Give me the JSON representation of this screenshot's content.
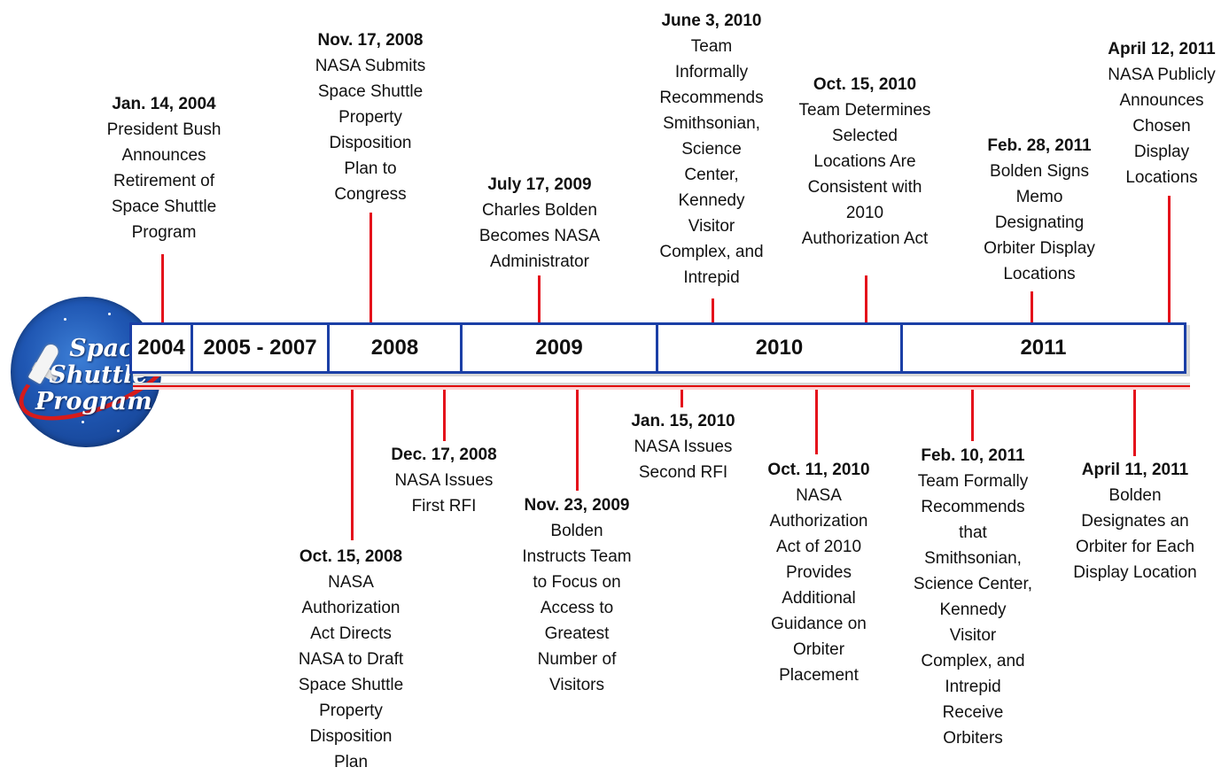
{
  "logo": {
    "lines": [
      "Space",
      "Shuttle",
      "Program"
    ]
  },
  "timeline": {
    "segments": [
      "2004",
      "2005 - 2007",
      "2008",
      "2009",
      "2010",
      "2011"
    ]
  },
  "events_above": [
    {
      "date": "Jan. 14, 2004",
      "desc": "President Bush\nAnnounces\nRetirement of\nSpace Shuttle\nProgram"
    },
    {
      "date": "Nov. 17, 2008",
      "desc": "NASA Submits\nSpace Shuttle\nProperty\nDisposition\nPlan to\nCongress"
    },
    {
      "date": "July 17, 2009",
      "desc": "Charles Bolden\nBecomes NASA\nAdministrator"
    },
    {
      "date": "June 3, 2010",
      "desc": "Team\nInformally\nRecommends\nSmithsonian,\nScience\nCenter,\nKennedy\nVisitor\nComplex, and\nIntrepid"
    },
    {
      "date": "Oct. 15, 2010",
      "desc": "Team Determines\nSelected\nLocations Are\nConsistent with\n2010\nAuthorization Act"
    },
    {
      "date": "Feb. 28, 2011",
      "desc": "Bolden Signs\nMemo\nDesignating\nOrbiter Display\nLocations"
    },
    {
      "date": "April 12, 2011",
      "desc": "NASA Publicly\nAnnounces\nChosen\nDisplay\nLocations"
    }
  ],
  "events_below": [
    {
      "date": "Oct. 15, 2008",
      "desc": "NASA\nAuthorization\nAct Directs\nNASA to Draft\nSpace Shuttle\nProperty\nDisposition\nPlan"
    },
    {
      "date": "Dec. 17, 2008",
      "desc": "NASA Issues\nFirst RFI"
    },
    {
      "date": "Nov. 23, 2009",
      "desc": "Bolden\nInstructs Team\nto Focus on\nAccess to\nGreatest\nNumber of\nVisitors"
    },
    {
      "date": "Jan. 15, 2010",
      "desc": "NASA Issues\nSecond RFI"
    },
    {
      "date": "Oct. 11, 2010",
      "desc": "NASA\nAuthorization\nAct of 2010\nProvides\nAdditional\nGuidance on\nOrbiter\nPlacement"
    },
    {
      "date": "Feb. 10, 2011",
      "desc": "Team Formally\nRecommends\nthat\nSmithsonian,\nScience Center,\nKennedy\nVisitor\nComplex, and\nIntrepid\nReceive\nOrbiters"
    },
    {
      "date": "April 11, 2011",
      "desc": "Bolden\nDesignates an\nOrbiter for Each\nDisplay Location"
    }
  ]
}
